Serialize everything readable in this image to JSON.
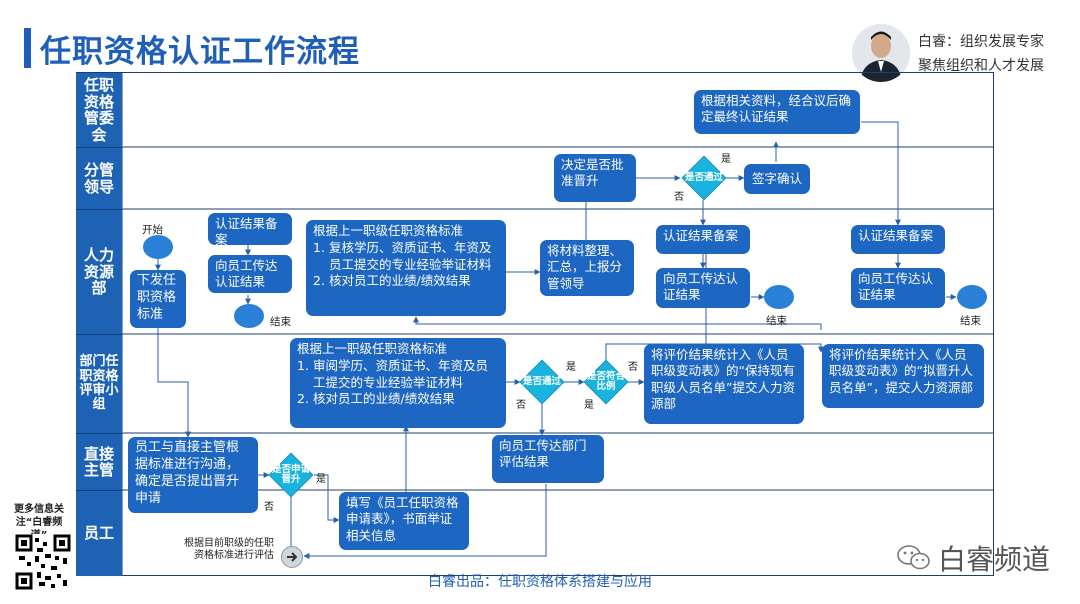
{
  "header": {
    "title": "任职资格认证工作流程",
    "author_name": "白睿：组织发展专家",
    "author_tag": "聚焦组织和人才发展"
  },
  "lanes": [
    {
      "label": "任职资格 管委会"
    },
    {
      "label": "分管 领导"
    },
    {
      "label": "人力资源部"
    },
    {
      "label": "部门任职资格评审小组"
    },
    {
      "label": "直接 主管"
    },
    {
      "label": "员工"
    }
  ],
  "nodes": {
    "start_label": "开始",
    "issue_standard": "下发任职资格标准",
    "record_cert_1": "认证结果备案",
    "notify_employee_1": "向员工传达认证结果",
    "end_1": "结束",
    "hr_review_title": "根据上一职级任职资格标准",
    "hr_review_item1_num": "1.",
    "hr_review_item1": "复核学历、资质证书、年资及员工提交的专业经验举证材料",
    "hr_review_item2_num": "2.",
    "hr_review_item2": "核对员工的业绩/绩效结果",
    "summarize_report": "将材料整理、汇总，上报分管领导",
    "decide_promotion": "决定是否批准晋升",
    "pass_decision": "是否通过",
    "sign_confirm": "签字确认",
    "committee_review": "根据相关资料，经合议后确定最终认证结果",
    "record_cert_2": "认证结果备案",
    "notify_employee_2": "向员工传达认证结果",
    "end_2": "结束",
    "record_cert_3": "认证结果备案",
    "notify_employee_3": "向员工传达认证结果",
    "end_3": "结束",
    "dept_review_title": "根据上一职级任职资格标准",
    "dept_review_item1_num": "1.",
    "dept_review_item1": "审阅学历、资质证书、年资及员工提交的专业经验举证材料",
    "dept_review_item2_num": "2.",
    "dept_review_item2": "核对员工的业绩/绩效结果",
    "dept_pass": "是否通过",
    "ratio_check": "是否符合比例",
    "record_keep": "将评价结果统计入《人员职级变动表》的“保持现有职级人员名单”提交人力资源部",
    "record_promote": "将评价结果统计入《人员职级变动表》的“拟晋升人员名单”，提交人力资源部",
    "notify_dept_result": "向员工传达部门评估结果",
    "communicate": "员工与直接主管根据标准进行沟通，确定是否提出晋升申请",
    "apply_decision": "是否申请晋升",
    "fill_form": "填写《员工任职资格申请表》，书面举证相关信息",
    "self_assess": "根据目前职级的任职资格标准进行评估"
  },
  "edge_labels": {
    "yes": "是",
    "no": "否"
  },
  "footer": {
    "text": "白睿出品：任职资格体系搭建与应用",
    "more_info": "更多信息关注“白睿频道”",
    "wechat": "白睿频道"
  },
  "colors": {
    "lane_header": "#1d62b3",
    "box": "#1d66c2",
    "diamond": "#19b3df",
    "title": "#1f5fb8"
  }
}
